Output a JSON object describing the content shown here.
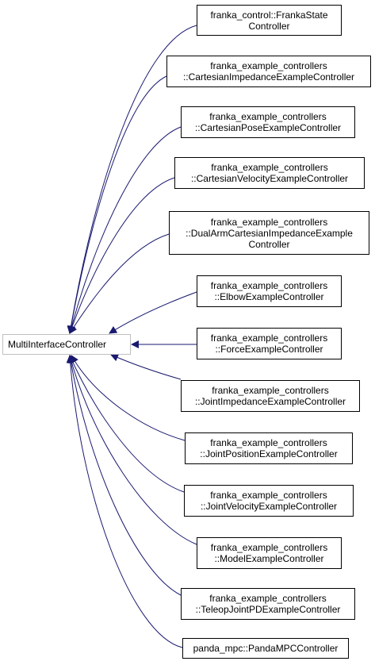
{
  "base_class": {
    "label": "MultiInterfaceController"
  },
  "colors": {
    "edge": "#191970",
    "node_border": "#000000",
    "base_border": "#bfbfbf",
    "background": "#ffffff"
  },
  "derived_classes": [
    {
      "line1": "franka_control::FrankaState",
      "line2": "Controller",
      "line3": ""
    },
    {
      "line1": "franka_example_controllers",
      "line2": "::CartesianImpedanceExampleController",
      "line3": ""
    },
    {
      "line1": "franka_example_controllers",
      "line2": "::CartesianPoseExampleController",
      "line3": ""
    },
    {
      "line1": "franka_example_controllers",
      "line2": "::CartesianVelocityExampleController",
      "line3": ""
    },
    {
      "line1": "franka_example_controllers",
      "line2": "::DualArmCartesianImpedanceExample",
      "line3": "Controller"
    },
    {
      "line1": "franka_example_controllers",
      "line2": "::ElbowExampleController",
      "line3": ""
    },
    {
      "line1": "franka_example_controllers",
      "line2": "::ForceExampleController",
      "line3": ""
    },
    {
      "line1": "franka_example_controllers",
      "line2": "::JointImpedanceExampleController",
      "line3": ""
    },
    {
      "line1": "franka_example_controllers",
      "line2": "::JointPositionExampleController",
      "line3": ""
    },
    {
      "line1": "franka_example_controllers",
      "line2": "::JointVelocityExampleController",
      "line3": ""
    },
    {
      "line1": "franka_example_controllers",
      "line2": "::ModelExampleController",
      "line3": ""
    },
    {
      "line1": "franka_example_controllers",
      "line2": "::TeleopJointPDExampleController",
      "line3": ""
    },
    {
      "line1": "panda_mpc::PandaMPCController",
      "line2": "",
      "line3": ""
    }
  ]
}
